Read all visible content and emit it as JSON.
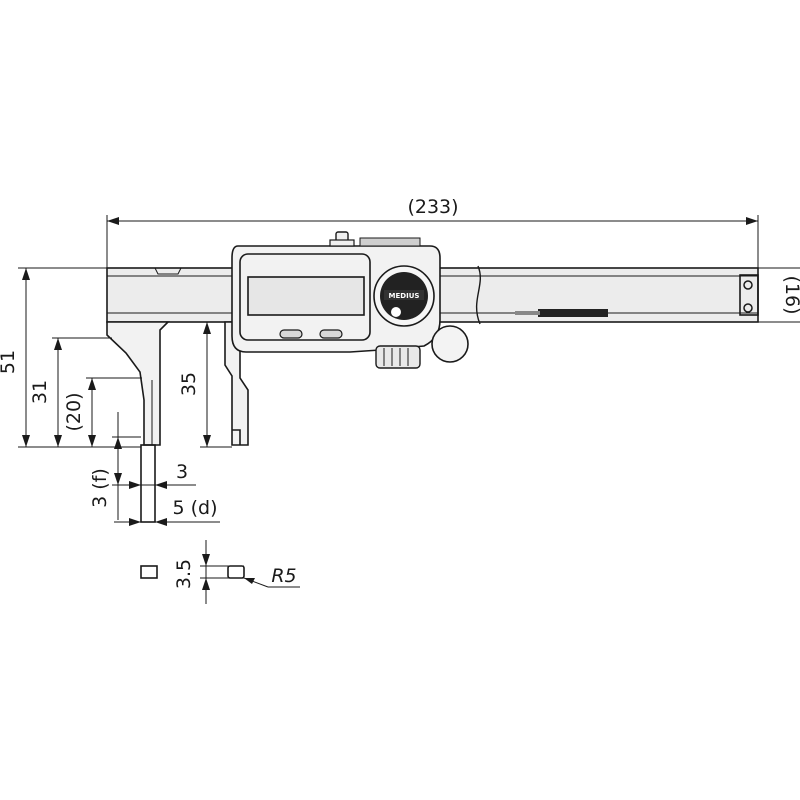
{
  "dimensions": {
    "overall_length": "(233)",
    "beam_height": "(16)",
    "total_height": "51",
    "jaw_depth_31": "31",
    "jaw_depth_20": "(20)",
    "slider_jaw_35": "35",
    "tip_width_3": "3",
    "tip_offset_f": "3 (f)",
    "tip_length_d": "5 (d)",
    "section_height": "3.5",
    "radius": "R5"
  },
  "display": {
    "logo": "MEDIUS"
  }
}
